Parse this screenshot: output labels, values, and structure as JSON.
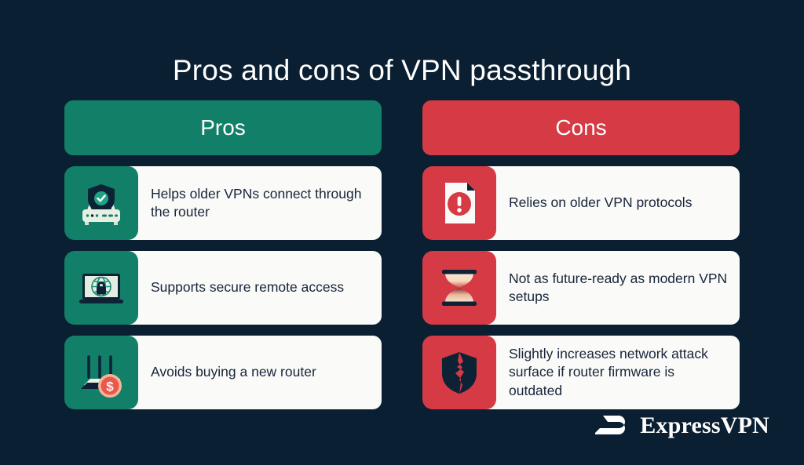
{
  "title": "Pros and cons of VPN passthrough",
  "colors": {
    "background": "#0B1F33",
    "pros_accent": "#127F68",
    "cons_accent": "#D63A44",
    "card_surface": "#FAFAF8",
    "card_text": "#17253A",
    "title_text": "#FFFFFF"
  },
  "columns": [
    {
      "key": "pros",
      "header": "Pros",
      "items": [
        {
          "icon": "router-shield-check-icon",
          "text": "Helps older VPNs connect through the router"
        },
        {
          "icon": "laptop-globe-lock-icon",
          "text": "Supports secure remote access"
        },
        {
          "icon": "router-dollar-coin-icon",
          "text": "Avoids buying a new router"
        }
      ]
    },
    {
      "key": "cons",
      "header": "Cons",
      "items": [
        {
          "icon": "document-alert-icon",
          "text": "Relies on older VPN protocols"
        },
        {
          "icon": "hourglass-icon",
          "text": "Not as future-ready as modern VPN setups"
        },
        {
          "icon": "cracked-shield-icon",
          "text": "Slightly increases network attack surface if router firmware is outdated"
        }
      ]
    }
  ],
  "brand": {
    "name": "ExpressVPN",
    "mark": "expressvpn-logo-icon"
  }
}
